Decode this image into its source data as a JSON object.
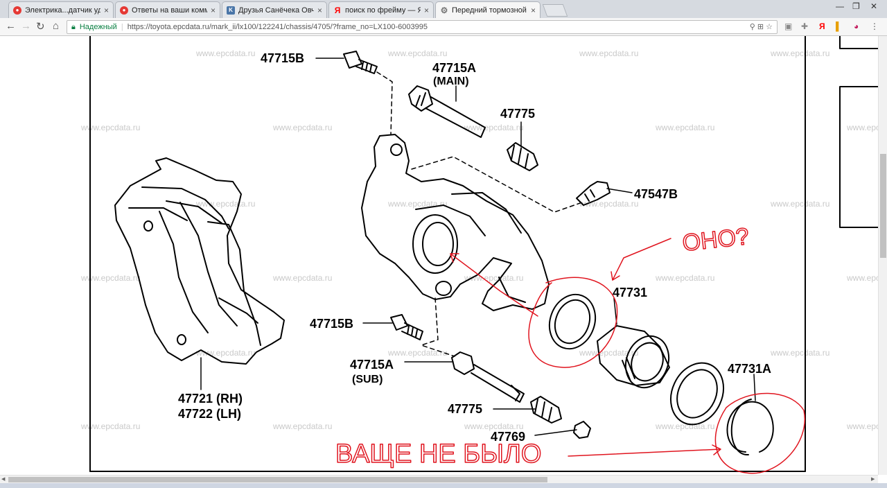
{
  "tabs": [
    {
      "label": "Электрика...датчик удара",
      "favicon": "drive-icon",
      "color": "#e53935"
    },
    {
      "label": "Ответы на ваши коммент",
      "favicon": "drive-icon",
      "color": "#e53935"
    },
    {
      "label": "Друзья Санёчека Овчинн",
      "favicon": "vk-icon",
      "color": "#4a76a8"
    },
    {
      "label": "поиск по фрейму — Янде",
      "favicon": "yandex-icon",
      "color": "#ff0000"
    },
    {
      "label": "Передний тормозной суп",
      "favicon": "gear-icon",
      "color": "#888888"
    }
  ],
  "address": {
    "secure_label": "Надежный",
    "url": "https://toyota.epcdata.ru/mark_ii/lx100/122241/chassis/4705/?frame_no=LX100-6003995"
  },
  "watermark": "www.epcdata.ru",
  "diagram": {
    "parts": [
      "47715B",
      "47715A",
      "(MAIN)",
      "47775",
      "47547B",
      "47731",
      "47715B",
      "47715A",
      "(SUB)",
      "47775",
      "47769",
      "47721 (RH)",
      "47722 (LH)",
      "47731A"
    ]
  },
  "annotations": {
    "question": "ОНО?",
    "note": "ВАЩЕ НЕ БЫЛО",
    "color": "#e0141e"
  }
}
